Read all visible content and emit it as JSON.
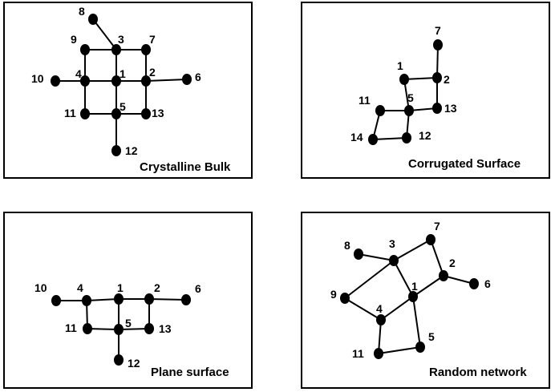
{
  "panels": [
    {
      "title": "Crystalline Bulk",
      "nodes": [
        {
          "id": "1",
          "label": "1"
        },
        {
          "id": "2",
          "label": "2"
        },
        {
          "id": "3",
          "label": "3"
        },
        {
          "id": "4",
          "label": "4"
        },
        {
          "id": "5",
          "label": "5"
        },
        {
          "id": "6",
          "label": "6"
        },
        {
          "id": "7",
          "label": "7"
        },
        {
          "id": "8",
          "label": "8"
        },
        {
          "id": "9",
          "label": "9"
        },
        {
          "id": "10",
          "label": "10"
        },
        {
          "id": "11",
          "label": "11"
        },
        {
          "id": "12",
          "label": "12"
        },
        {
          "id": "13",
          "label": "13"
        }
      ],
      "edges": [
        [
          "1",
          "3"
        ],
        [
          "1",
          "2"
        ],
        [
          "1",
          "4"
        ],
        [
          "1",
          "5"
        ],
        [
          "3",
          "8"
        ],
        [
          "3",
          "9"
        ],
        [
          "3",
          "7"
        ],
        [
          "7",
          "2"
        ],
        [
          "2",
          "6"
        ],
        [
          "2",
          "13"
        ],
        [
          "13",
          "5"
        ],
        [
          "5",
          "12"
        ],
        [
          "5",
          "11"
        ],
        [
          "11",
          "4"
        ],
        [
          "4",
          "10"
        ],
        [
          "4",
          "9"
        ]
      ]
    },
    {
      "title": "Corrugated Surface",
      "nodes": [
        {
          "id": "1",
          "label": "1"
        },
        {
          "id": "2",
          "label": "2"
        },
        {
          "id": "5",
          "label": "5"
        },
        {
          "id": "7",
          "label": "7"
        },
        {
          "id": "11",
          "label": "11"
        },
        {
          "id": "12",
          "label": "12"
        },
        {
          "id": "13",
          "label": "13"
        },
        {
          "id": "14",
          "label": "14"
        }
      ],
      "edges": [
        [
          "1",
          "2"
        ],
        [
          "2",
          "7"
        ],
        [
          "2",
          "13"
        ],
        [
          "13",
          "5"
        ],
        [
          "5",
          "1"
        ],
        [
          "5",
          "11"
        ],
        [
          "5",
          "12"
        ],
        [
          "12",
          "14"
        ],
        [
          "14",
          "11"
        ]
      ]
    },
    {
      "title": "Plane surface",
      "nodes": [
        {
          "id": "1",
          "label": "1"
        },
        {
          "id": "2",
          "label": "2"
        },
        {
          "id": "4",
          "label": "4"
        },
        {
          "id": "5",
          "label": "5"
        },
        {
          "id": "6",
          "label": "6"
        },
        {
          "id": "10",
          "label": "10"
        },
        {
          "id": "11",
          "label": "11"
        },
        {
          "id": "12",
          "label": "12"
        },
        {
          "id": "13",
          "label": "13"
        }
      ],
      "edges": [
        [
          "10",
          "4"
        ],
        [
          "4",
          "1"
        ],
        [
          "1",
          "2"
        ],
        [
          "2",
          "6"
        ],
        [
          "1",
          "5"
        ],
        [
          "4",
          "11"
        ],
        [
          "11",
          "5"
        ],
        [
          "5",
          "13"
        ],
        [
          "13",
          "2"
        ],
        [
          "5",
          "12"
        ]
      ]
    },
    {
      "title": "Random network",
      "nodes": [
        {
          "id": "1",
          "label": "1"
        },
        {
          "id": "2",
          "label": "2"
        },
        {
          "id": "3",
          "label": "3"
        },
        {
          "id": "4",
          "label": "4"
        },
        {
          "id": "5",
          "label": "5"
        },
        {
          "id": "6",
          "label": "6"
        },
        {
          "id": "7",
          "label": "7"
        },
        {
          "id": "8",
          "label": "8"
        },
        {
          "id": "9",
          "label": "9"
        },
        {
          "id": "11",
          "label": "11"
        }
      ],
      "edges": [
        [
          "8",
          "3"
        ],
        [
          "3",
          "7"
        ],
        [
          "7",
          "2"
        ],
        [
          "2",
          "6"
        ],
        [
          "2",
          "1"
        ],
        [
          "3",
          "1"
        ],
        [
          "3",
          "9"
        ],
        [
          "9",
          "4"
        ],
        [
          "4",
          "1"
        ],
        [
          "1",
          "5"
        ],
        [
          "5",
          "11"
        ],
        [
          "11",
          "4"
        ]
      ]
    }
  ]
}
